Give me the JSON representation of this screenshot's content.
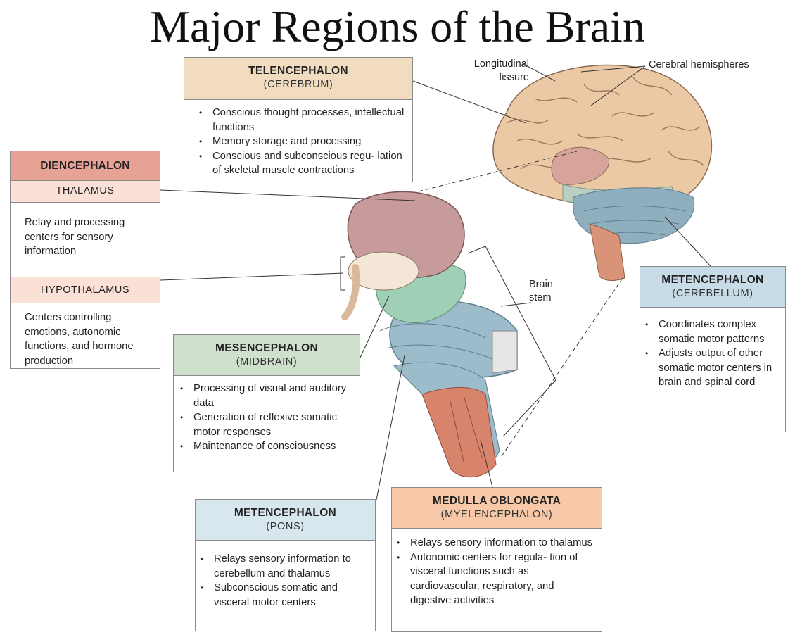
{
  "title": "Major Regions of the Brain",
  "labels": {
    "longitudinal_fissure": [
      "Longitudinal",
      "fissure"
    ],
    "cerebral_hemispheres": "Cerebral hemispheres",
    "brain_stem": [
      "Brain",
      "stem"
    ]
  },
  "boxes": {
    "telencephalon": {
      "name": "TELENCEPHALON",
      "sub": "(CEREBRUM)",
      "color": "#f2dcc0",
      "points": [
        "Conscious thought processes, intellectual functions",
        "Memory storage and  processing",
        "Conscious and subconscious regu- lation of skeletal muscle contractions"
      ]
    },
    "diencephalon": {
      "name": "DIENCEPHALON",
      "color": "#e7a296",
      "subcolor": "#fbe0d8",
      "thalamus": {
        "name": "THALAMUS",
        "text": "Relay and processing centers for sensory information"
      },
      "hypothalamus": {
        "name": "HYPOTHALAMUS",
        "text": "Centers controlling emotions, autonomic functions, and hormone production"
      }
    },
    "mesencephalon": {
      "name": "MESENCEPHALON",
      "sub": "(MIDBRAIN)",
      "color": "#cfe0cc",
      "points": [
        "Processing of visual and auditory data",
        "Generation of reflexive somatic motor responses",
        "Maintenance of consciousness"
      ]
    },
    "metencephalon_cerebellum": {
      "name": "METENCEPHALON",
      "sub": "(CEREBELLUM)",
      "color": "#c8dce8",
      "points": [
        "Coordinates complex somatic motor patterns",
        "Adjusts output of other somatic motor centers in brain and spinal cord"
      ]
    },
    "metencephalon_pons": {
      "name": "METENCEPHALON",
      "sub": "(PONS)",
      "color": "#d8e6ee",
      "points": [
        "Relays sensory information to cerebellum and thalamus",
        "Subconscious somatic and visceral motor centers"
      ]
    },
    "medulla": {
      "name": "MEDULLA OBLONGATA",
      "sub": "(MYELENCEPHALON)",
      "color": "#f7c9a8",
      "points": [
        "Relays sensory information to thalamus",
        "Autonomic centers for regula- tion of visceral functions such as cardiovascular, respiratory, and digestive activities"
      ]
    }
  }
}
